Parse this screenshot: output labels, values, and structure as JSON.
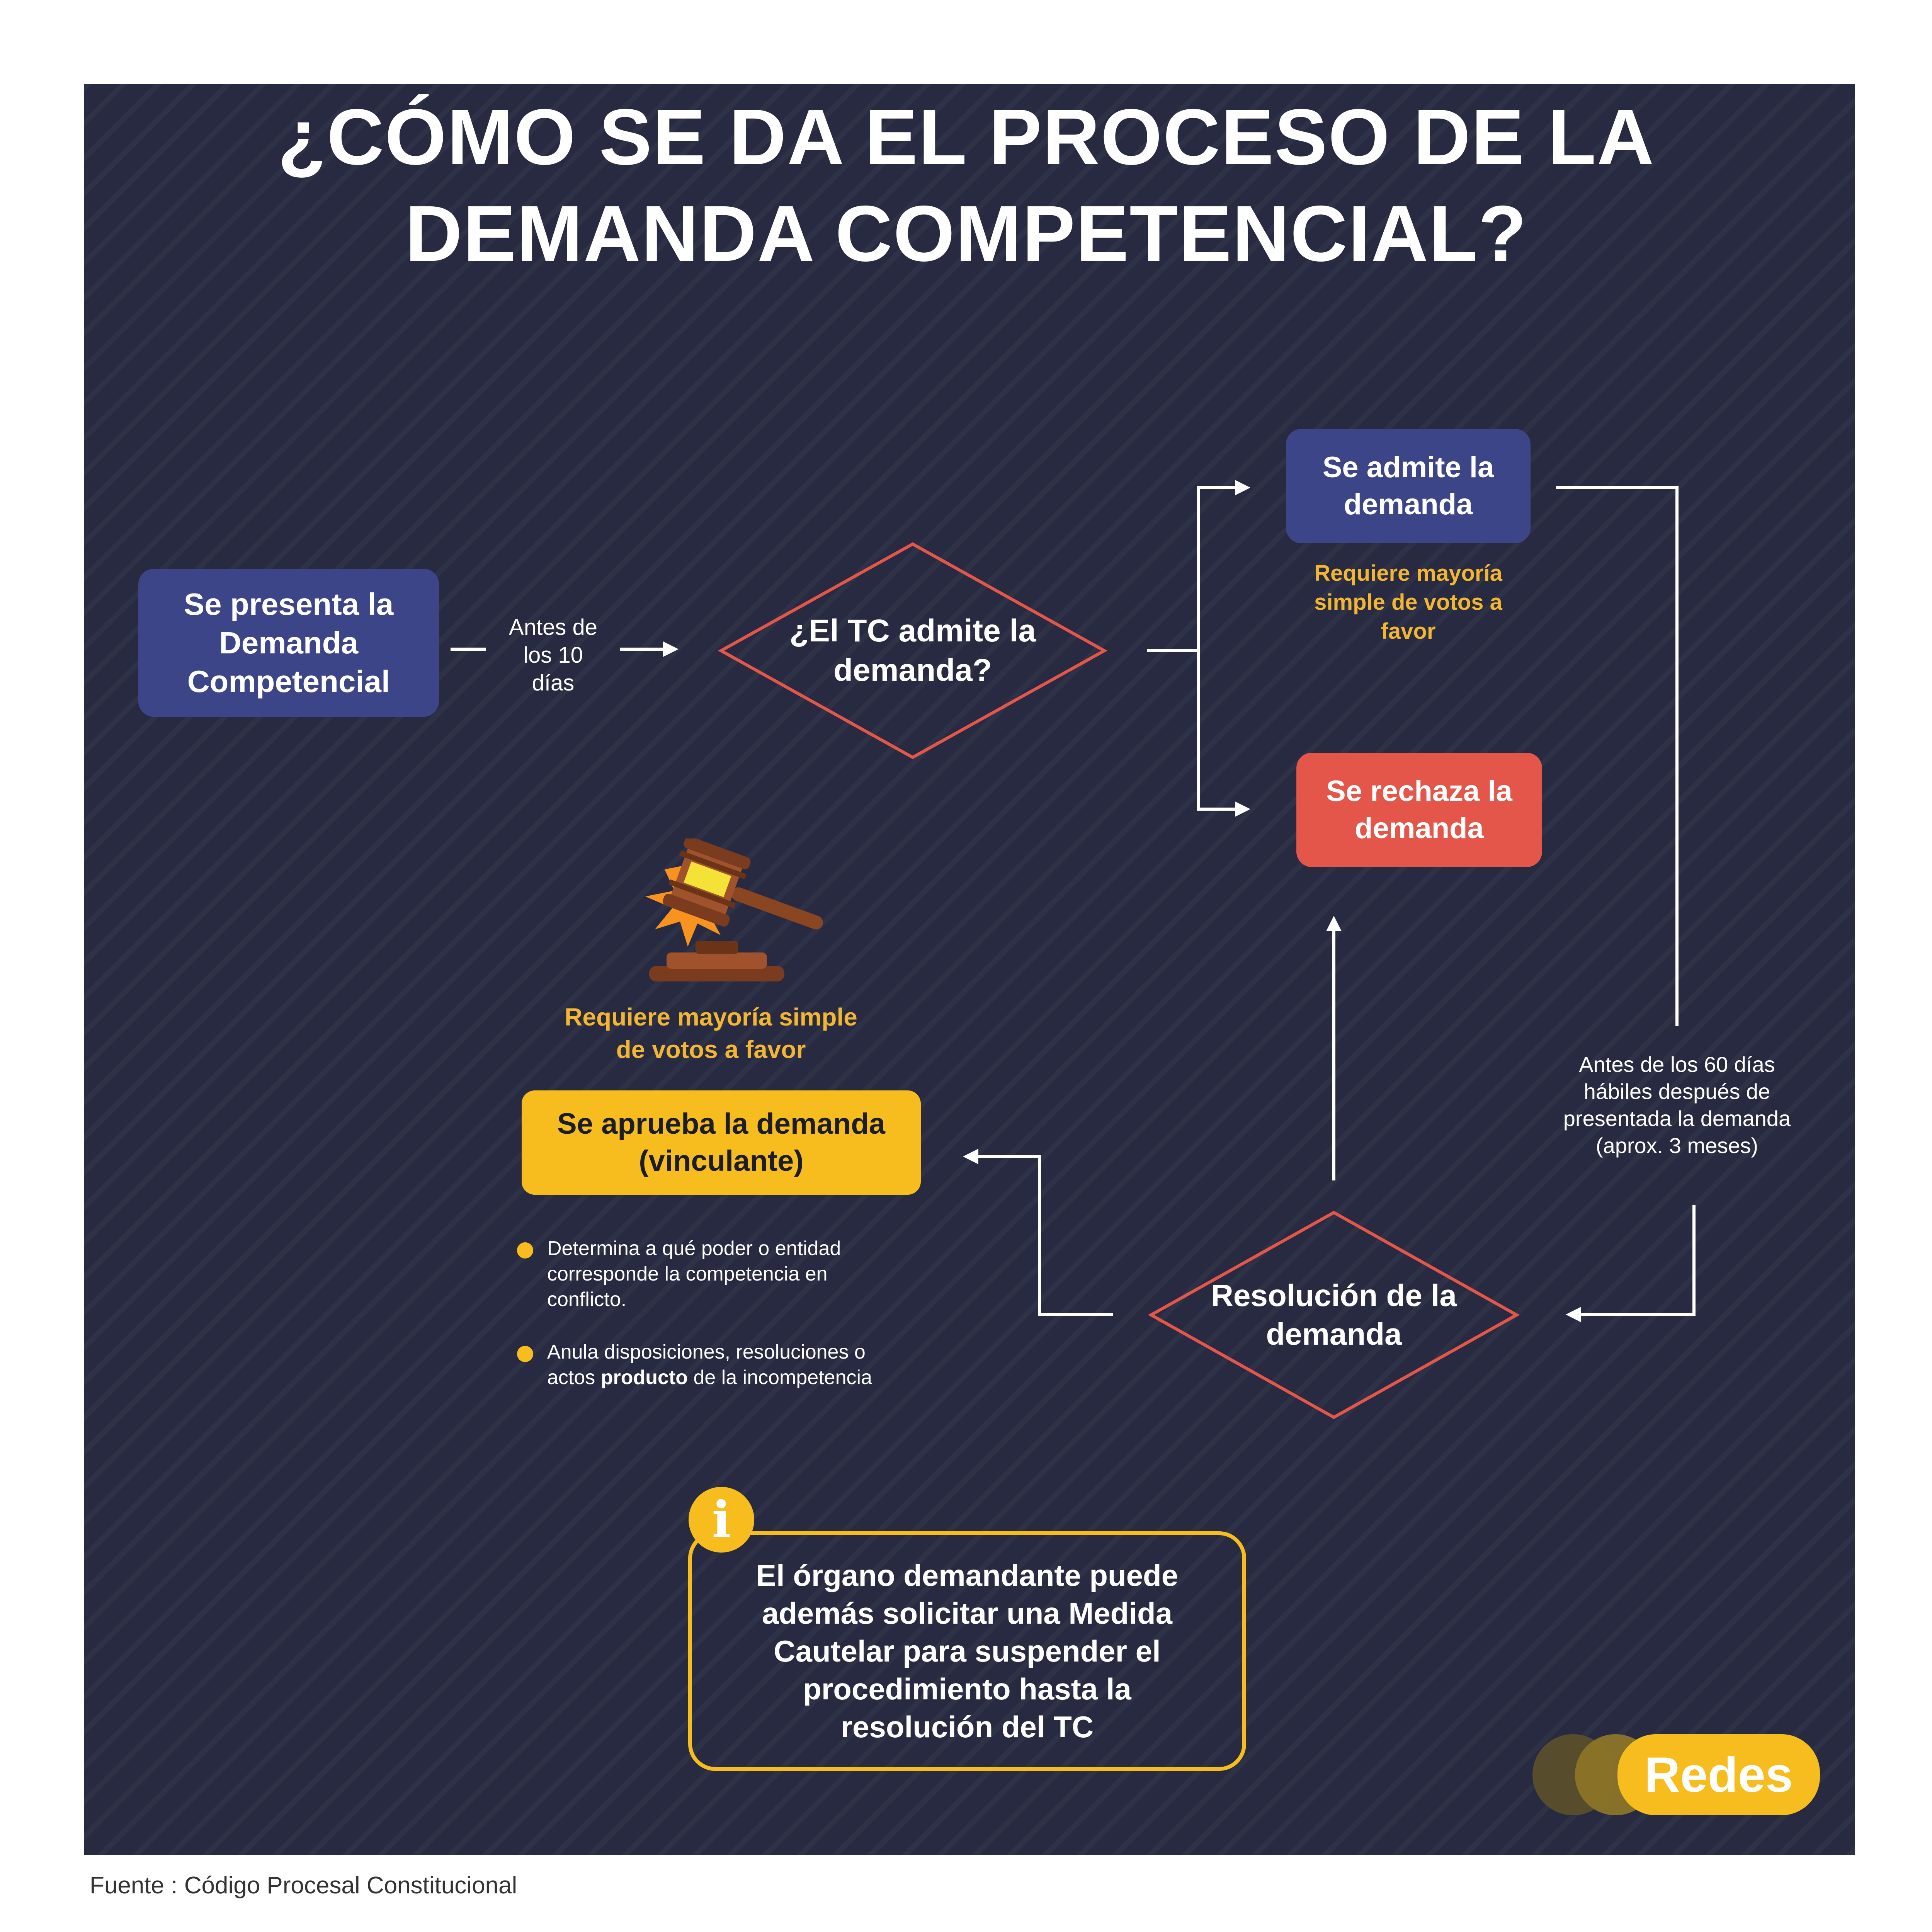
{
  "title": {
    "line1": "¿CÓMO SE DA EL PROCESO DE LA",
    "line2": "DEMANDA COMPETENCIAL?"
  },
  "nodes": {
    "start": {
      "line1": "Se presenta la",
      "line2": "Demanda",
      "line3": "Competencial"
    },
    "decision_admit": {
      "line1": "¿El TC admite la",
      "line2": "demanda?"
    },
    "admitted": {
      "line1": "Se admite la",
      "line2": "demanda"
    },
    "rejected": {
      "line1": "Se rechaza la",
      "line2": "demanda"
    },
    "resolution": {
      "line1": "Resolución de la",
      "line2": "demanda"
    },
    "approved": {
      "line1": "Se aprueba la demanda",
      "line2": "(vinculante)"
    }
  },
  "notes": {
    "before_10_days": {
      "line1": "Antes de",
      "line2": "los 10",
      "line3": "días"
    },
    "admit_majority": {
      "line1": "Requiere mayoría",
      "line2": "simple de votos a",
      "line3": "favor"
    },
    "before_60_days": {
      "line1": "Antes de los 60 días",
      "line2": "hábiles después de",
      "line3": "presentada la demanda",
      "line4": "(aprox. 3 meses)"
    },
    "approve_majority": {
      "line1": "Requiere mayoría simple",
      "line2": "de votos a favor"
    }
  },
  "bullets": [
    {
      "line1": "Determina a qué poder o entidad",
      "line2": "corresponde la competencia en",
      "line3": "conflicto."
    },
    {
      "line1": "Anula disposiciones, resoluciones o",
      "line2_pre": "actos ",
      "line2_bold": "producto",
      "line2_post": " de la incompetencia"
    }
  ],
  "info": {
    "icon_glyph": "i",
    "line1": "El órgano demandante puede",
    "line2": "además solicitar una Medida",
    "line3": "Cautelar para suspender el",
    "line4": "procedimiento hasta la",
    "line5": "resolución del TC"
  },
  "logo": {
    "text": "Redes"
  },
  "source": "Fuente : Código Procesal Constitucional",
  "colors": {
    "background": "#272a40",
    "blue_box": "#3d4589",
    "red_box": "#e4564a",
    "yellow": "#f7bd1e",
    "diamond_stroke": "#e4564a",
    "note_yellow": "#f2b632",
    "connector": "#ffffff"
  },
  "icons": [
    "gavel-icon",
    "info-icon",
    "arrow-icon"
  ]
}
